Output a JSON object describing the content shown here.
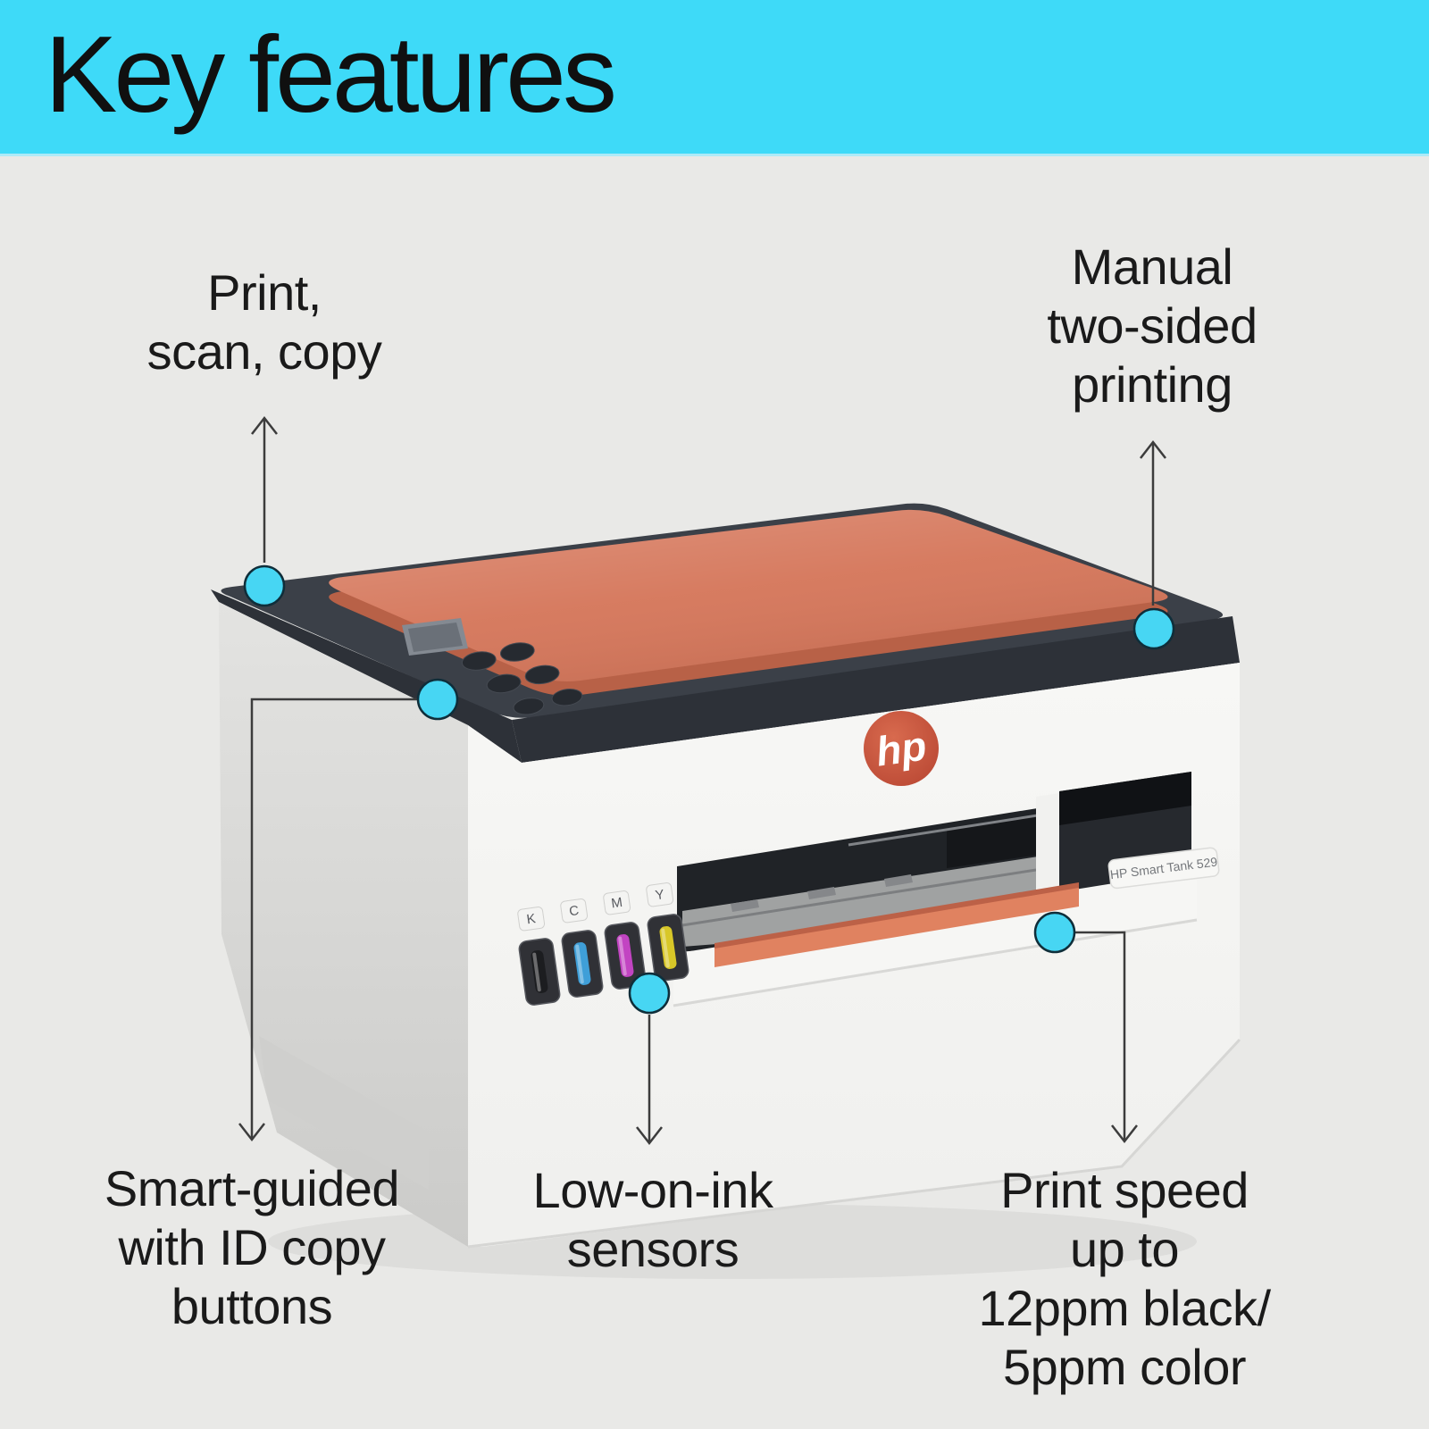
{
  "header": {
    "title": "Key features",
    "bg": "#3edaf8",
    "text_color": "#101010"
  },
  "page": {
    "bg": "#e9e9e7"
  },
  "callouts": {
    "print_scan_copy": {
      "label": "Print,\nscan, copy"
    },
    "manual_two_sided": {
      "label": "Manual\ntwo-sided\nprinting"
    },
    "smart_guided": {
      "label": "Smart-guided\nwith ID copy\nbuttons"
    },
    "low_on_ink": {
      "label": "Low-on-ink\nsensors"
    },
    "print_speed": {
      "label": "Print speed up to\n12ppm black/\n5ppm color"
    }
  },
  "callout_style": {
    "dot_fill": "#47d6f3",
    "dot_stroke": "#0f2e3a",
    "line_color": "#3c3c3c"
  },
  "printer": {
    "logo_text": "hp",
    "model_label": "HP Smart Tank 529",
    "ink_tanks": [
      {
        "letter": "K",
        "color": "#1c1d20"
      },
      {
        "letter": "C",
        "color": "#3f9fd8"
      },
      {
        "letter": "M",
        "color": "#c244c2"
      },
      {
        "letter": "Y",
        "color": "#d8c728"
      }
    ],
    "colors": {
      "lid": "#d5765a",
      "deck": "#3b4048",
      "body": "#f6f6f4",
      "accent": "#e08260",
      "logo": "#c44d38"
    }
  }
}
